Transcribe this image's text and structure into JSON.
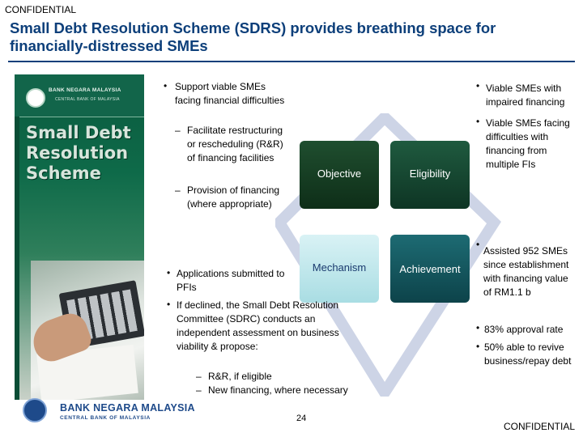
{
  "header": {
    "confidential_top": "CONFIDENTIAL",
    "title": "Small Debt Resolution Scheme (SDRS) provides breathing space for financially-distressed SMEs"
  },
  "brochure": {
    "org_name": "BANK NEGARA MALAYSIA",
    "org_sub": "CENTRAL BANK OF MALAYSIA",
    "title": "Small Debt Resolution Scheme"
  },
  "objective": {
    "bullet": "Support viable SMEs facing financial difficulties",
    "sub1": "Facilitate restructuring or rescheduling (R&R) of financing facilities",
    "sub2": "Provision of financing (where appropriate)"
  },
  "eligibility": {
    "bullet1": "Viable SMEs with impaired financing",
    "bullet2": "Viable SMEs facing difficulties with financing from multiple FIs"
  },
  "mechanism": {
    "bullet1": "Applications submitted to PFIs",
    "bullet2": "If declined, the Small Debt Resolution Committee (SDRC) conducts an independent assessment on business viability & propose:",
    "sub1": "R&R, if eligible",
    "sub2": "New financing, where necessary"
  },
  "achievement": {
    "bullet1": "Assisted 952 SMEs since establishment with financing value of RM1.1 b",
    "bullet2": "83% approval rate",
    "bullet3": "50% able to revive business/repay debt"
  },
  "boxes": {
    "objective": "Objective",
    "eligibility": "Eligibility",
    "mechanism": "Mechanism",
    "achievement": "Achievement"
  },
  "footer": {
    "org_name": "BANK NEGARA MALAYSIA",
    "org_sub": "CENTRAL BANK OF MALAYSIA",
    "page_number": "24",
    "confidential_bottom": "CONFIDENTIAL"
  },
  "colors": {
    "title": "#0d3f7a",
    "objective_box": "#153d22",
    "eligibility_box": "#17493a",
    "mechanism_box": "#bfe6eb",
    "achievement_box": "#155760",
    "diamond": "#c8cfe3"
  }
}
